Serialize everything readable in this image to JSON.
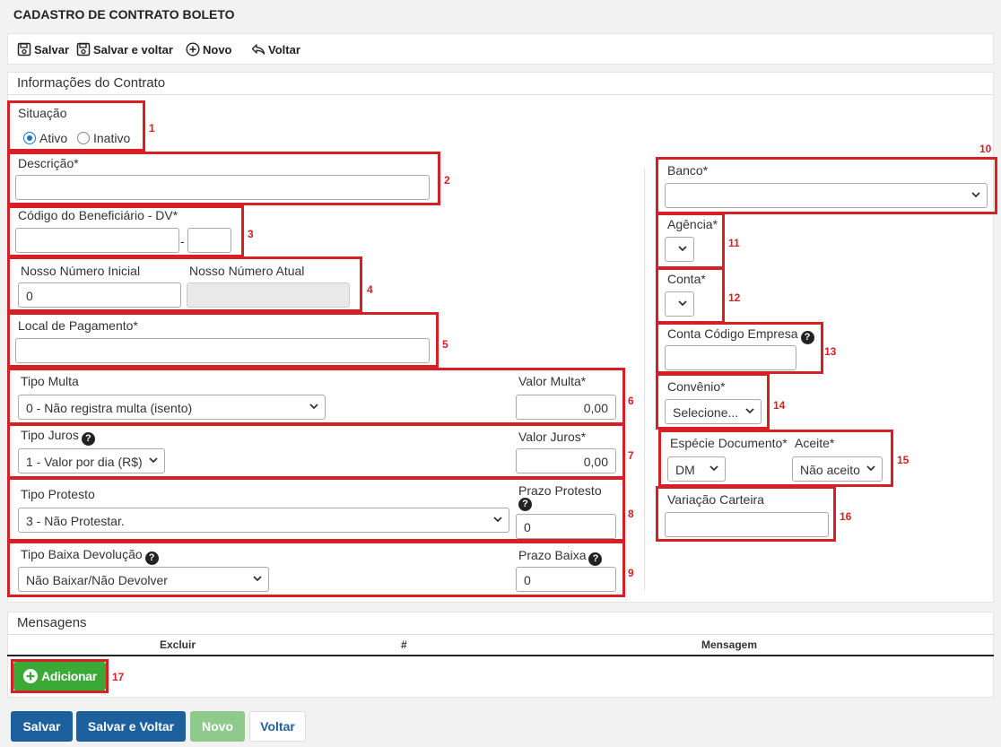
{
  "page_title": "CADASTRO DE CONTRATO BOLETO",
  "toolbar": {
    "save": "Salvar",
    "save_back": "Salvar e voltar",
    "new": "Novo",
    "back": "Voltar"
  },
  "info_panel": {
    "title": "Informações do Contrato",
    "situacao": {
      "label": "Situação",
      "options": [
        "Ativo",
        "Inativo"
      ],
      "selected": "Ativo"
    },
    "descricao": {
      "label": "Descrição*",
      "value": ""
    },
    "cod_benef": {
      "label": "Código do Beneficiário - DV*",
      "value": "",
      "dv": "",
      "sep": "-"
    },
    "nosso_inicial": {
      "label": "Nosso Número Inicial",
      "value": "0"
    },
    "nosso_atual": {
      "label": "Nosso Número Atual",
      "value": ""
    },
    "local_pag": {
      "label": "Local de Pagamento*",
      "value": ""
    },
    "tipo_multa": {
      "label": "Tipo Multa",
      "value": "0 - Não registra multa (isento)"
    },
    "valor_multa": {
      "label": "Valor Multa*",
      "value": "0,00"
    },
    "tipo_juros": {
      "label": "Tipo Juros",
      "value": "1 - Valor por dia (R$)"
    },
    "valor_juros": {
      "label": "Valor Juros*",
      "value": "0,00"
    },
    "tipo_protesto": {
      "label": "Tipo Protesto",
      "value": "3 - Não Protestar."
    },
    "prazo_protesto": {
      "label": "Prazo Protesto",
      "value": "0"
    },
    "tipo_baixa": {
      "label": "Tipo Baixa Devolução",
      "value": "Não Baixar/Não Devolver"
    },
    "prazo_baixa": {
      "label": "Prazo Baixa",
      "value": "0"
    },
    "banco": {
      "label": "Banco*",
      "value": ""
    },
    "agencia": {
      "label": "Agência*",
      "value": ""
    },
    "conta": {
      "label": "Conta*",
      "value": ""
    },
    "conta_cod_empresa": {
      "label": "Conta Código Empresa",
      "value": ""
    },
    "convenio": {
      "label": "Convênio*",
      "value": "Selecione..."
    },
    "especie_doc": {
      "label": "Espécie Documento*",
      "value": "DM"
    },
    "aceite": {
      "label": "Aceite*",
      "value": "Não aceito"
    },
    "variacao": {
      "label": "Variação Carteira",
      "value": ""
    }
  },
  "messages_panel": {
    "title": "Mensagens",
    "columns": [
      "Excluir",
      "#",
      "Mensagem"
    ],
    "add_button": "Adicionar"
  },
  "annotations": [
    "1",
    "2",
    "3",
    "4",
    "5",
    "6",
    "7",
    "8",
    "9",
    "10",
    "11",
    "12",
    "13",
    "14",
    "15",
    "16",
    "17"
  ],
  "footer": {
    "save": "Salvar",
    "save_back": "Salvar e Voltar",
    "new": "Novo",
    "back": "Voltar"
  },
  "colors": {
    "highlight": "#d71f26",
    "primary": "#1e5f9e",
    "success": "#3aa935",
    "success_disabled": "#8fc98c"
  }
}
